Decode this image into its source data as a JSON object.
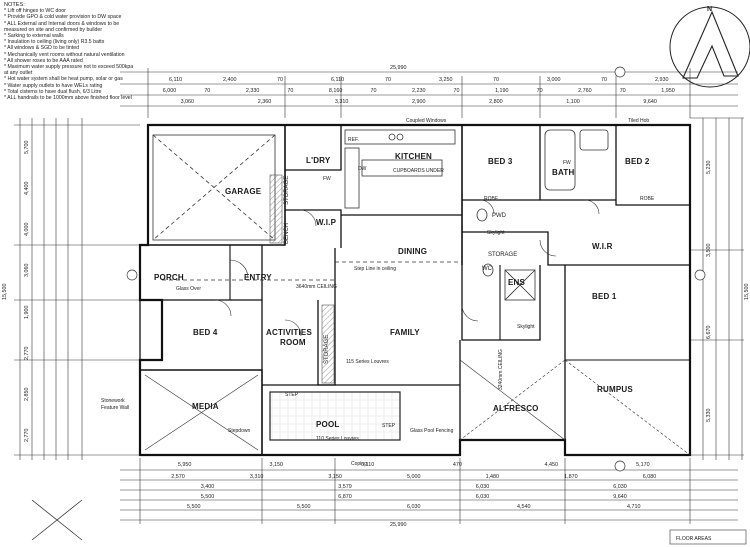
{
  "notes": {
    "heading": "NOTES:",
    "items": [
      "* Lift off hinges to WC door",
      "* Provide GPO & cold water provision to DW space",
      "* ALL External and Internal doors & windows to be",
      "measured on site and confirmed by builder",
      "* Sarking to external walls",
      "* Insulation to ceiling (living only) R3.5 batts",
      "* All windows & SGD to be tinted",
      "* Mechanically vent rooms without natural ventilation",
      "* All shower roses to be AAA rated",
      "* Maximum water supply pressure not to exceed 500kpa",
      "at any outlet",
      "* Hot water system shall be heat pump, solar or gas",
      "* Water supply outlets to have WELs rating",
      "* Total cisterns to have dual flush, 6/3 Litre",
      "* ALL handrails to be 1000mm above finished floor level"
    ]
  },
  "rooms": {
    "garage": "GARAGE",
    "laundry": "L'DRY",
    "kitchen": "KITCHEN",
    "cupboards": "CUPBOARDS UNDER",
    "wip": "W.I.P",
    "bed3": "BED 3",
    "bath": "BATH",
    "bed2": "BED 2",
    "dining": "DINING",
    "porch": "PORCH",
    "entry": "ENTRY",
    "storage_garage": "STORAGE",
    "bench": "BENCH",
    "storage_mid": "STORAGE",
    "wir": "W.I.R",
    "wc": "WC",
    "ens": "ENS",
    "pwd": "PWD",
    "bed1": "BED 1",
    "activities": "ACTIVITIES",
    "activities2": "ROOM",
    "bed4": "BED 4",
    "family": "FAMILY",
    "storage_family": "STORAGE",
    "media": "MEDIA",
    "pool": "POOL",
    "alfresco": "ALFRESCO",
    "rumpus": "RUMPUS"
  },
  "annotations": {
    "coupled_windows": "Coupled Windows",
    "tiled_hob": "Tiled Hob",
    "skylight_1": "Skylight",
    "skylight_2": "Skylight",
    "step_line": "Step Line in ceiling",
    "ceiling_3640": "3640mm CEILING",
    "glass_over": "Glass Over",
    "louvres_115": "115 Series Louvres",
    "louvres_110": "110 Series Louvres",
    "glass_pool_fencing": "Glass Pool Fencing",
    "stepdown": "Stepdown",
    "stonework": "Stonework",
    "feature_wall": "Feature Wall",
    "coping": "Coping",
    "step_1": "STEP",
    "step_2": "STEP",
    "ceiling_alfresco": "3240mm CEILING",
    "fw_1": "FW",
    "fw_2": "FW",
    "ref": "REF.",
    "dw": "DW",
    "robe": "ROBE",
    "robe2": "ROBE"
  },
  "dimensions": {
    "overall_width": "25,990",
    "overall_width_bottom": "25,990",
    "overall_depth": "15,500",
    "overall_depth_right": "15,500",
    "top_row_1": [
      "6,110",
      "2,400",
      "70",
      "6,110",
      "70",
      "3,250",
      "70",
      "3,000",
      "70",
      "2,930"
    ],
    "top_row_2": [
      "6,000",
      "70",
      "2,330",
      "70",
      "8,160",
      "70",
      "2,230",
      "70",
      "1,190",
      "70",
      "2,760",
      "70",
      "1,950"
    ],
    "top_row_3": [
      "3,060",
      "2,360",
      "3,310",
      "2,900",
      "2,800",
      "1,100",
      "9,640"
    ],
    "bottom_row_1": [
      "5,950",
      "3,150",
      "6,110",
      "470",
      "4,450",
      "5,170"
    ],
    "bottom_row_2": [
      "2,570",
      "3,310",
      "3,150",
      "5,000",
      "1,480",
      "1,870",
      "6,080"
    ],
    "bottom_row_3": [
      "3,400",
      "3,579",
      "6,030",
      "6,030"
    ],
    "bottom_row_4": [
      "5,500",
      "6,870",
      "6,030",
      "9,640"
    ],
    "bottom_row_5": [
      "5,500",
      "5,500",
      "6,030",
      "4,540",
      "4,710"
    ],
    "left_col": [
      "5,700",
      "4,400",
      "4,000",
      "3,060",
      "1,900",
      "2,770",
      "2,850",
      "2,770"
    ],
    "right_col": [
      "5,230",
      "3,500",
      "6,670",
      "5,330"
    ]
  },
  "footer": {
    "floor_areas": "FLOOR AREAS"
  },
  "compass": {
    "north_label": "N"
  }
}
